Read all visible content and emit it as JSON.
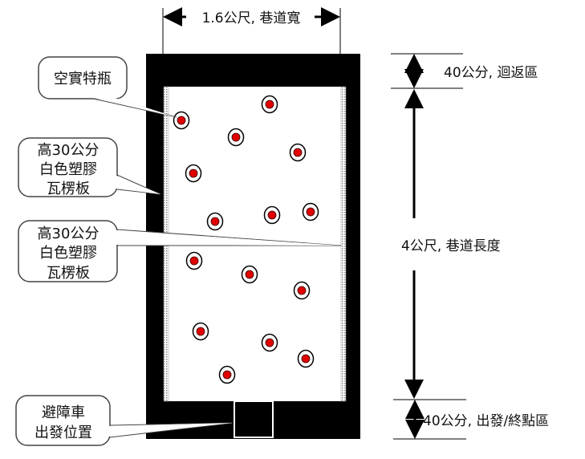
{
  "dimensions": {
    "width_label": "1.6公尺, 巷道寬",
    "return_zone_label": "40公分, 迴返區",
    "length_label": "4公尺, 巷道長度",
    "start_zone_label": "40公分, 出發/終點區"
  },
  "callouts": {
    "bottles": {
      "lines": [
        "空實特瓶"
      ]
    },
    "left_wall": {
      "lines": [
        "高30公分",
        "白色塑膠",
        "瓦楞板"
      ]
    },
    "right_wall": {
      "lines": [
        "高30公分",
        "白色塑膠",
        "瓦楞板"
      ]
    },
    "start": {
      "lines": [
        "避障車",
        "出發位置"
      ]
    }
  },
  "colors": {
    "wall": "#000000",
    "bottle": "#e00000",
    "floor": "#ffffff"
  },
  "bottle_count": 15
}
